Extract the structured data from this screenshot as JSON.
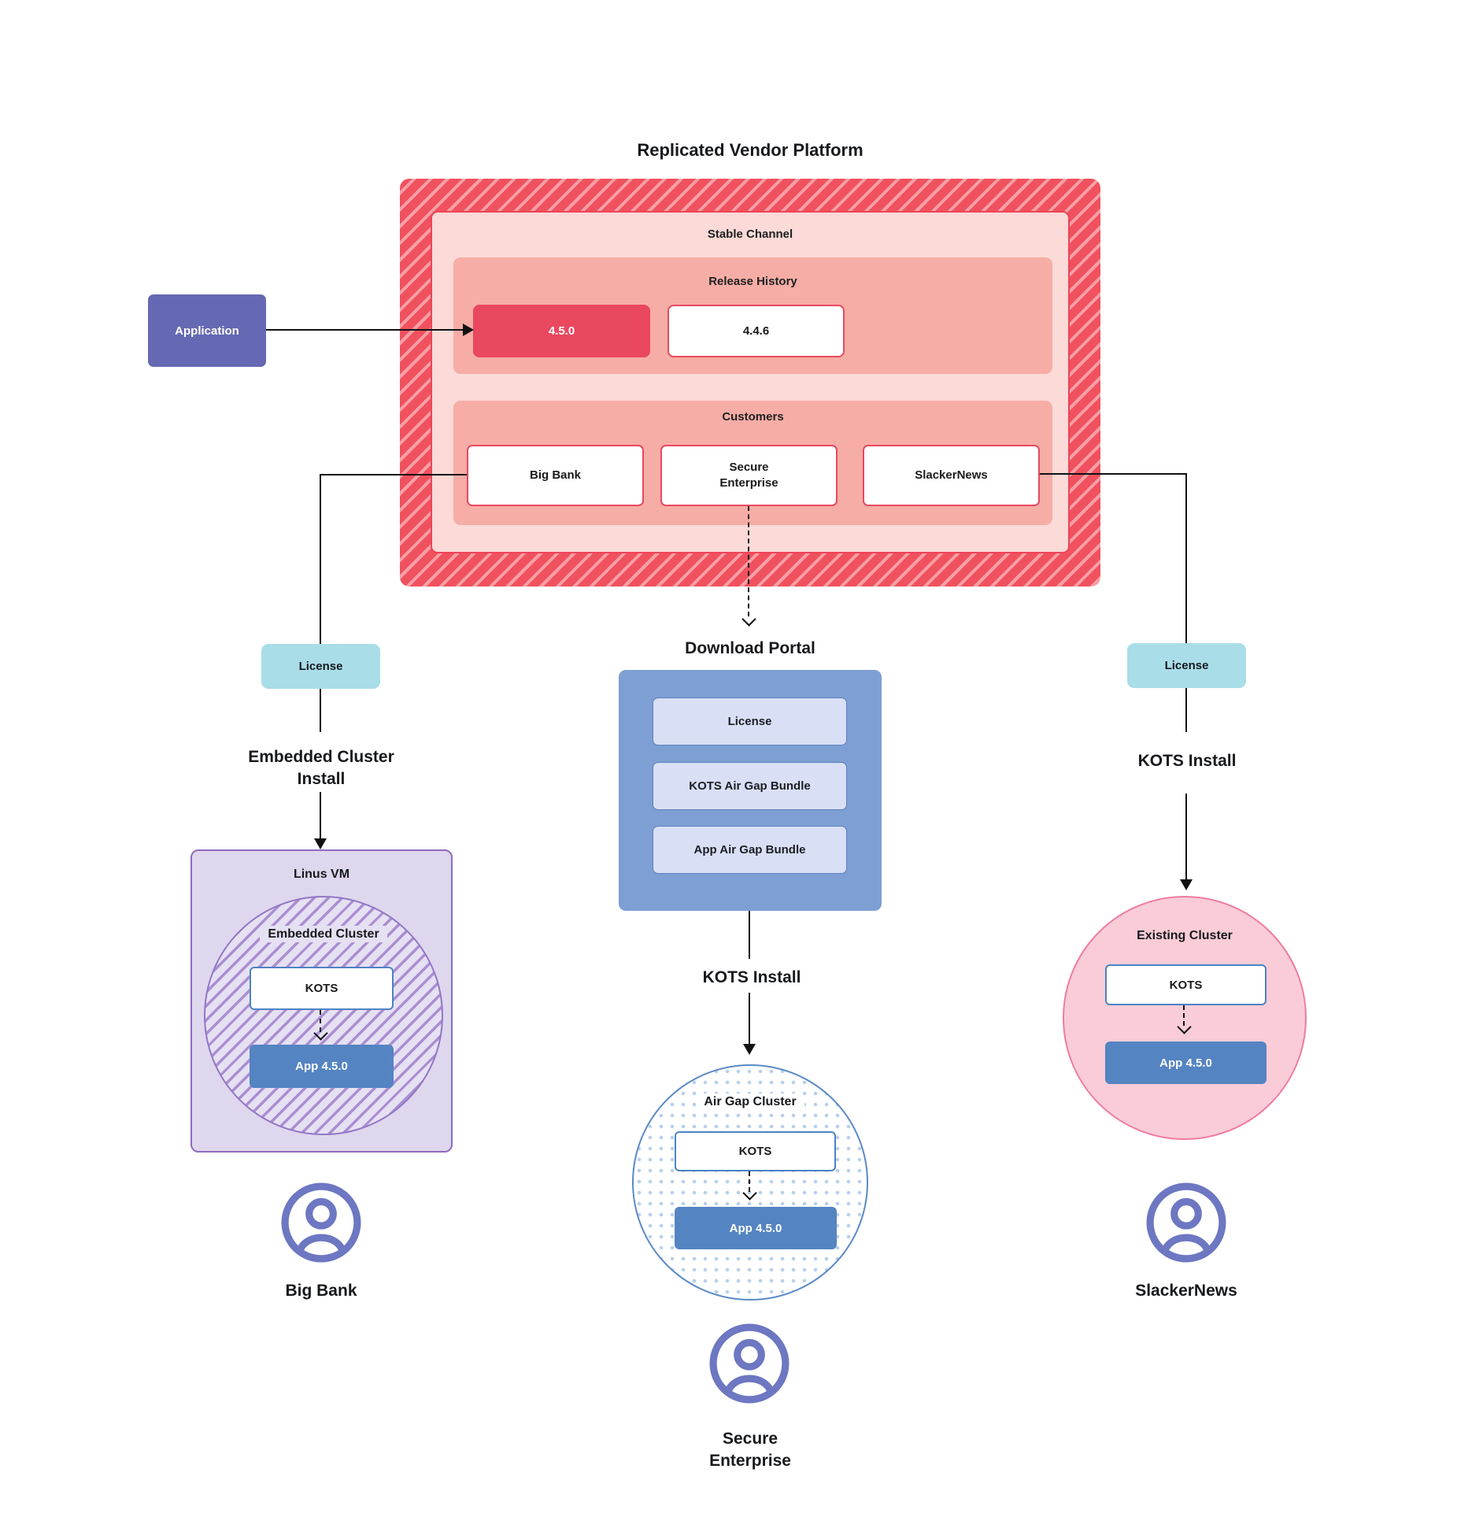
{
  "title": "Replicated Vendor Platform",
  "platform": {
    "stable_channel": "Stable Channel",
    "release_history": {
      "label": "Release History",
      "current_release": "4.5.0",
      "previous_release": "4.4.6"
    },
    "customers": {
      "label": "Customers",
      "big_bank": "Big Bank",
      "secure_enterprise": "Secure Enterprise",
      "slacker_news": "SlackerNews"
    }
  },
  "application": "Application",
  "left": {
    "license": "License",
    "install": "Embedded Cluster Install",
    "vm_label": "Linus VM",
    "cluster_label": "Embedded Cluster",
    "kots": "KOTS",
    "app": "App 4.5.0",
    "user": "Big Bank"
  },
  "center": {
    "portal_title": "Download Portal",
    "portal_items": [
      "License",
      "KOTS Air Gap Bundle",
      "App Air Gap Bundle"
    ],
    "install": "KOTS Install",
    "cluster_label": "Air Gap Cluster",
    "kots": "KOTS",
    "app": "App 4.5.0",
    "user": "Secure Enterprise"
  },
  "right": {
    "license": "License",
    "install": "KOTS Install",
    "cluster_label": "Existing Cluster",
    "kots": "KOTS",
    "app": "App 4.5.0",
    "user": "SlackerNews"
  },
  "colors": {
    "platform_hatch_dark": "#f0515f",
    "platform_hatch_light": "#f89fa5",
    "stable_fill": "#fbdad7",
    "salmon_fill": "#f6ada6",
    "red_accent": "#e9485f",
    "application_fill": "#6568b2",
    "license_fill": "#a9dde8",
    "portal_fill": "#7e9fd3",
    "portal_item_fill": "#d9dff5",
    "vm_fill": "#ded7ee",
    "purple_accent": "#8e6cbe",
    "kots_border": "#4d82c3",
    "app_fill": "#5584c2",
    "airgap_dot": "#b9cfe9",
    "existing_fill": "#f9ccd8",
    "existing_border": "#ef7ca0",
    "user_icon": "#6d77c2",
    "line": "#111111"
  }
}
